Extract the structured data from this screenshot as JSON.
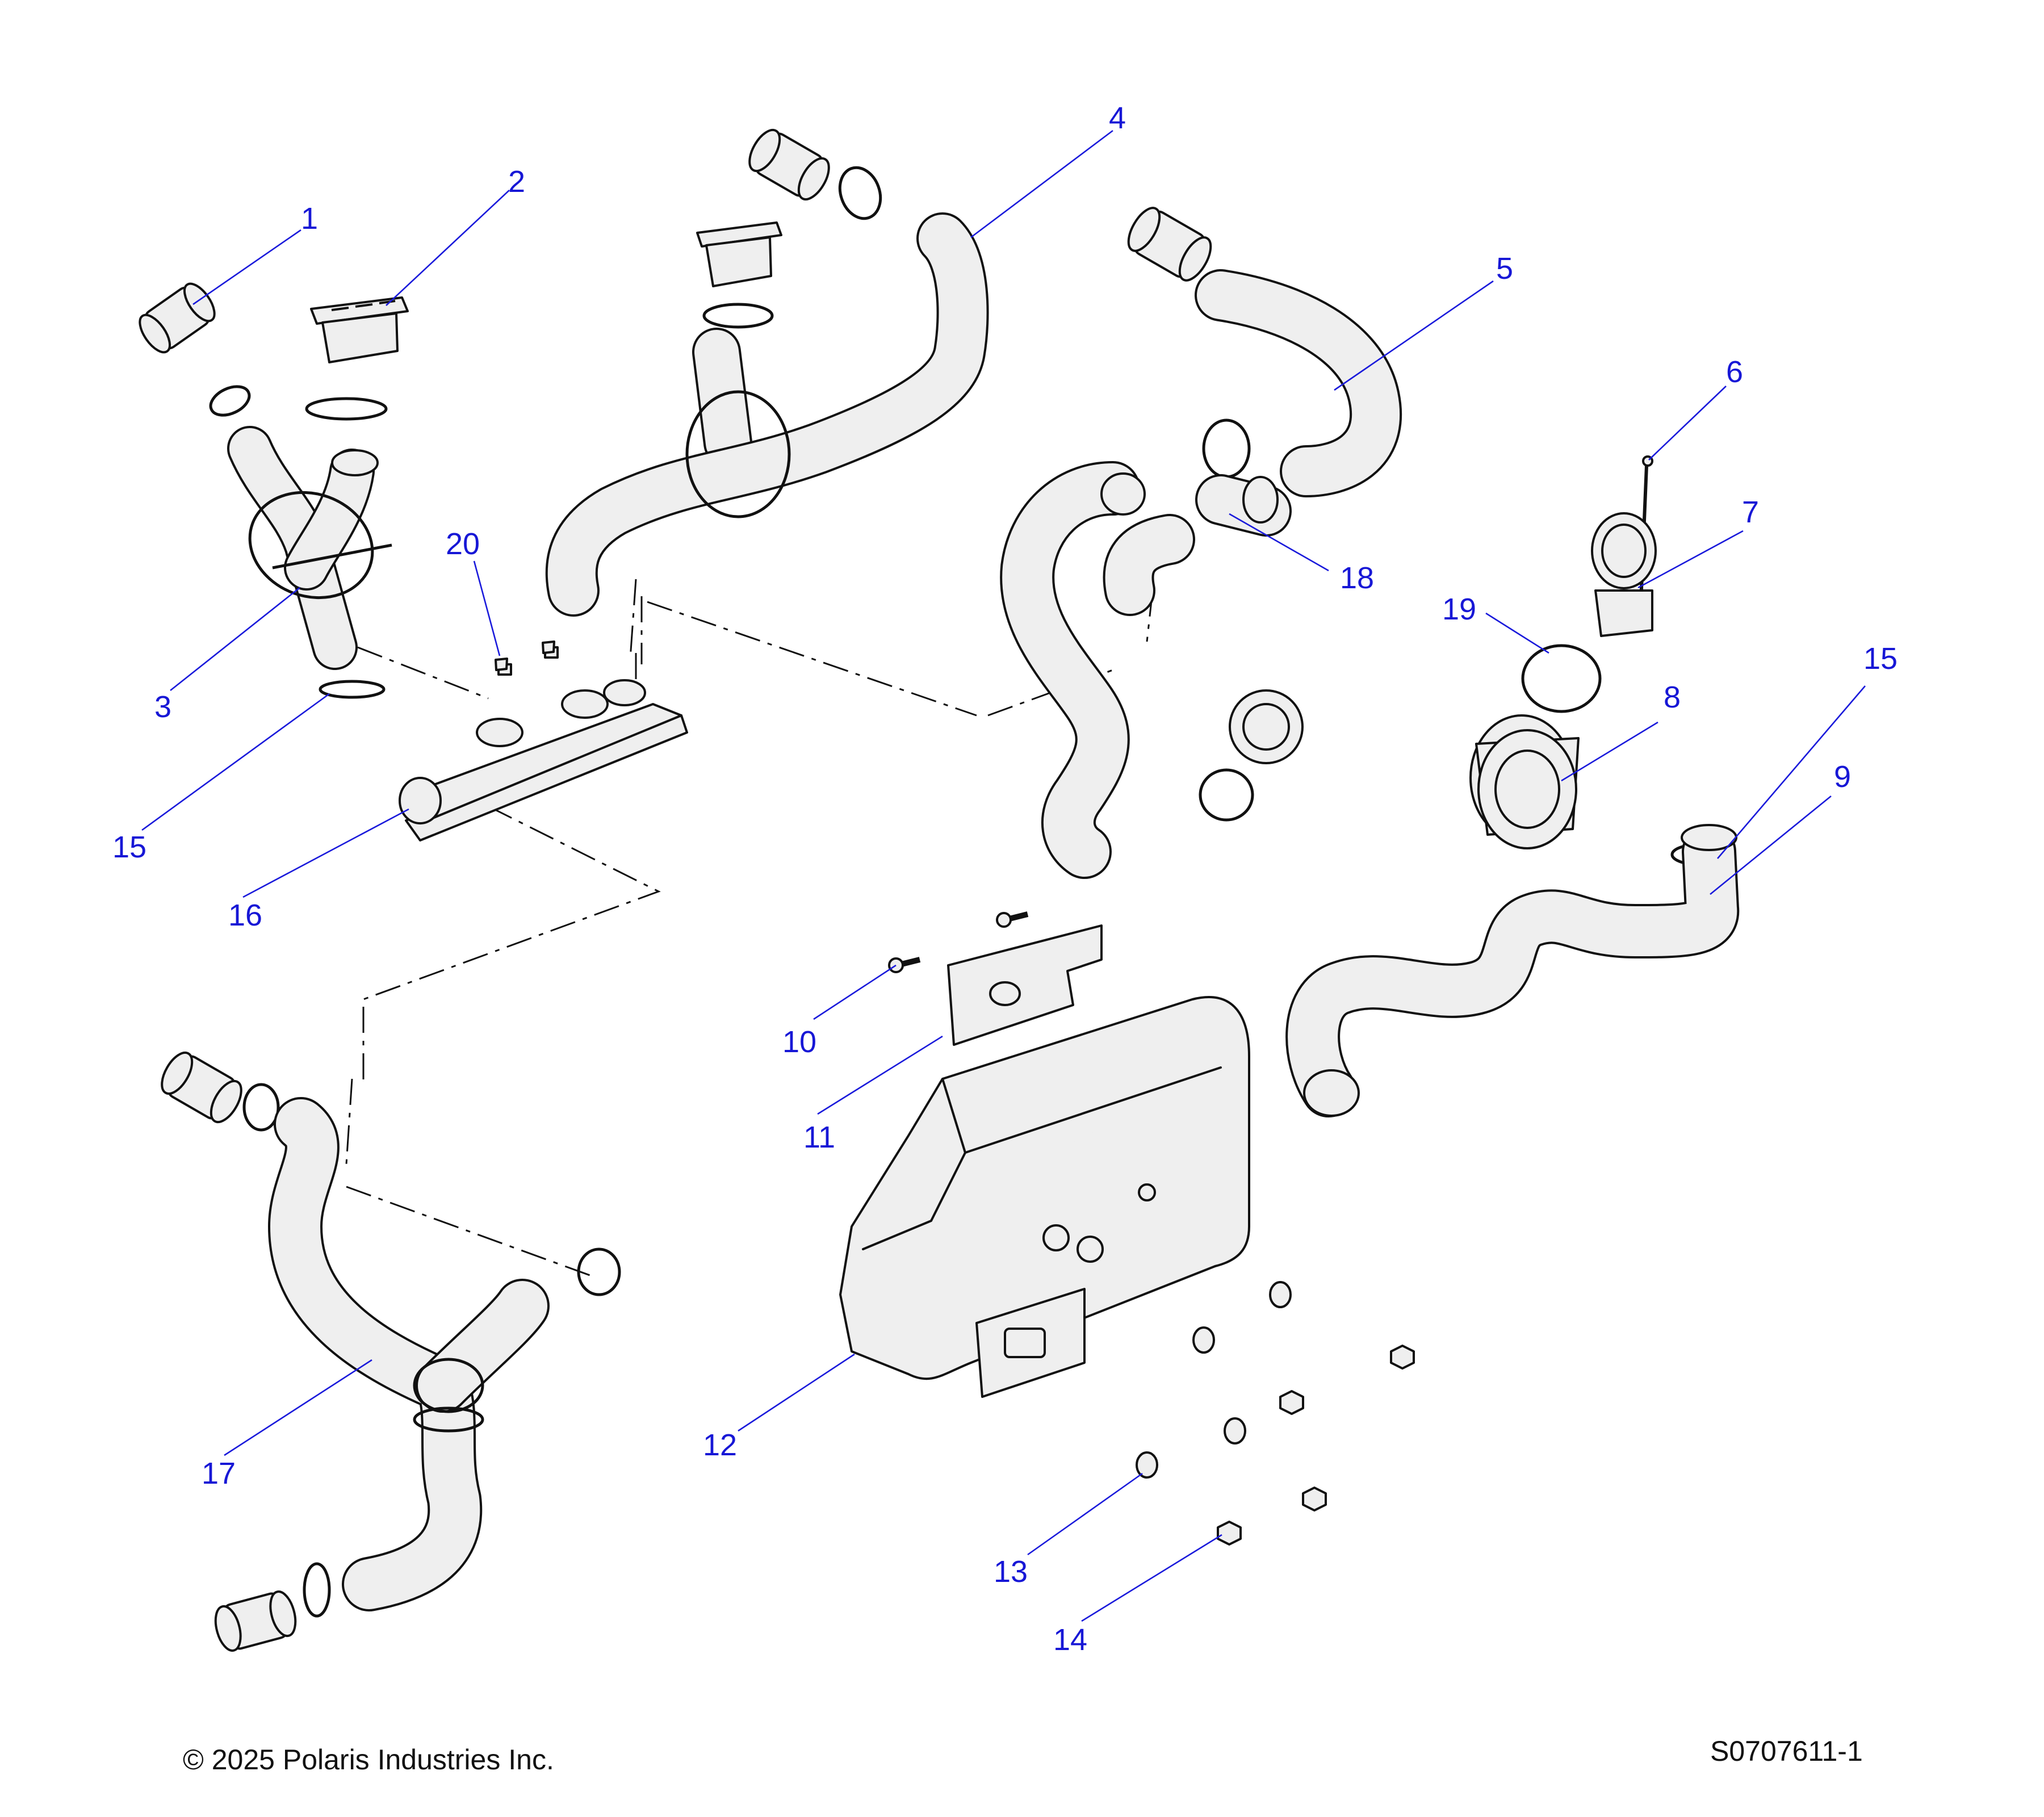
{
  "callouts": [
    "1",
    "2",
    "3",
    "4",
    "5",
    "6",
    "7",
    "8",
    "9",
    "10",
    "11",
    "12",
    "13",
    "14",
    "15",
    "15",
    "16",
    "17",
    "18",
    "19",
    "20"
  ],
  "footer": {
    "copyright": "© 2025 Polaris Industries Inc.",
    "drawing_number": "S0707611-1"
  },
  "colors": {
    "callout": "#1717d6",
    "part_fill": "#efefef",
    "outline": "#111111"
  }
}
